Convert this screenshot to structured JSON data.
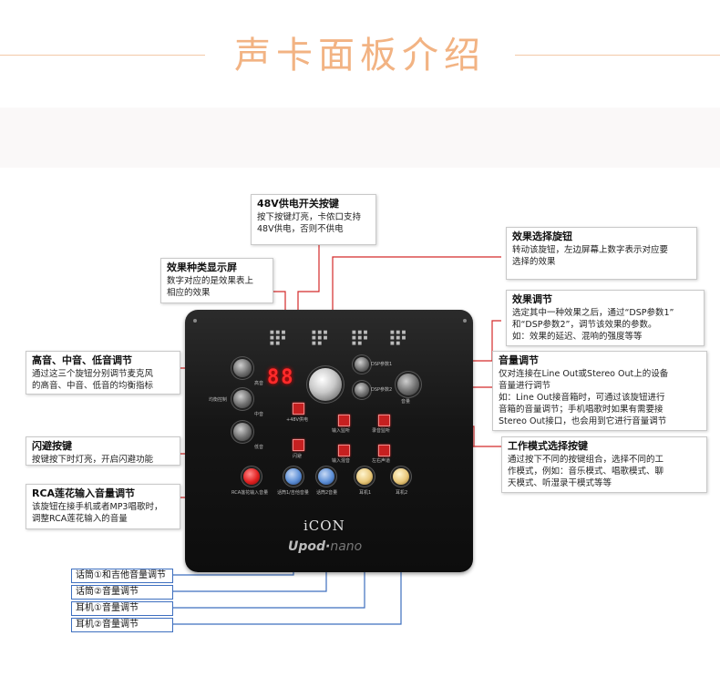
{
  "page": {
    "title": "声卡面板介绍"
  },
  "callouts": {
    "phantom": {
      "title": "48V供电开关按键",
      "text": "按下按键灯亮，卡侬口支持\n48V供电，否则不供电"
    },
    "display": {
      "title": "效果种类显示屏",
      "text": "数字对应的是效果表上\n相应的效果"
    },
    "eq": {
      "title": "高音、中音、低音调节",
      "text": "通过这三个旋钮分别调节麦克风\n的高音、中音、低音的均衡指标"
    },
    "dodge": {
      "title": "闪避按键",
      "text": "按键按下时灯亮，开启闪避功能"
    },
    "rca": {
      "title": "RCA莲花输入音量调节",
      "text": "该旋钮在接手机或者MP3唱歌时，\n调整RCA莲花输入的音量"
    },
    "effect_select": {
      "title": "效果选择旋钮",
      "text": "转动该旋钮，左边屏幕上数字表示对应要\n选择的效果"
    },
    "effect_adjust": {
      "title": "效果调节",
      "text": "选定其中一种效果之后，通过“DSP参数1”\n和“DSP参数2”，调节该效果的参数。\n如：效果的延迟、混响的强度等等"
    },
    "volume": {
      "title": "音量调节",
      "text": "仅对连接在Line Out或Stereo Out上的设备\n音量进行调节\n如：Line Out接音箱时，可通过该旋钮进行\n音箱的音量调节；手机唱歌时如果有需要接\nStereo Out接口，也会用到它进行音量调节"
    },
    "mode": {
      "title": "工作模式选择按键",
      "text": "通过按下不同的按键组合，选择不同的工\n作模式，例如：音乐模式、唱歌模式、聊\n天模式、听湿录干模式等等"
    }
  },
  "knob_labels": [
    "话筒①和吉他音量调节",
    "话筒②音量调节",
    "耳机①音量调节",
    "耳机②音量调节"
  ],
  "device": {
    "display_value": "88",
    "brand": "iCON",
    "model": "Upod",
    "model_suffix": "nano",
    "panel_labels": {
      "eq_group": "均衡控制",
      "treble": "高音",
      "mid": "中音",
      "bass": "低音",
      "phantom": "+48V供电",
      "dodge": "闪避",
      "rca": "RCA莲花输入音量",
      "mic1": "话筒1/吉他音量",
      "mic2": "话筒2音量",
      "hp1": "耳机1",
      "hp2": "耳机2",
      "input_monitor": "输入监听",
      "playback_monitor": "录音监听",
      "input_mix": "输入混音",
      "left_right": "左右声道",
      "volume_knob": "音量",
      "dsp1": "DSP参数1",
      "dsp2": "DSP参数2"
    }
  },
  "colors": {
    "title": "#f2b383",
    "leader_line": "#d42a2a",
    "knob_leader": "#3e6fbf"
  }
}
